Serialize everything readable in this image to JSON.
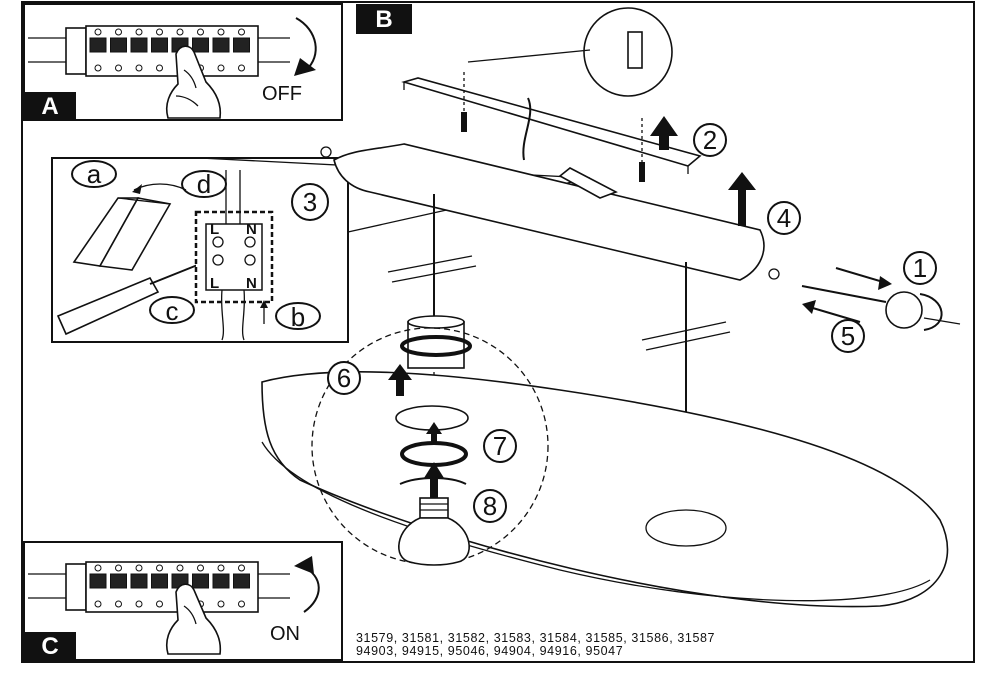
{
  "panels": {
    "a": {
      "letter": "A",
      "action": "OFF"
    },
    "b": {
      "letter": "B"
    },
    "c": {
      "letter": "C",
      "action": "ON"
    }
  },
  "detail_labels": {
    "a": "a",
    "b": "b",
    "c": "c",
    "d": "d"
  },
  "terminal_labels": {
    "top_l": "L",
    "top_n": "N",
    "bottom_l": "L",
    "bottom_n": "N"
  },
  "steps": [
    "1",
    "2",
    "3",
    "4",
    "5",
    "6",
    "7",
    "8"
  ],
  "product_codes": [
    "31579, 31581, 31582, 31583, 31584, 31585, 31586, 31587",
    "94903, 94915, 95046, 94904, 94916, 95047"
  ]
}
